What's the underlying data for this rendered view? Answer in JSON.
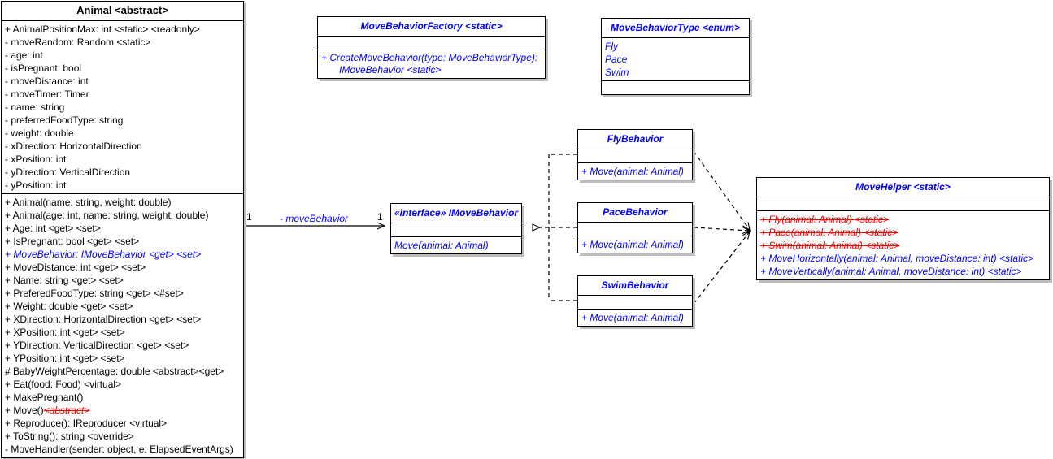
{
  "diagram": {
    "title": "UML Class Diagram",
    "colors": {
      "default_text": "#000000",
      "accent_blue": "#0000ff",
      "deprecated_red": "#ff0000",
      "box_border": "#000000",
      "box_shadow": "#bdbdbd",
      "background": "#ffffff"
    }
  },
  "classes": {
    "animal": {
      "title": "Animal <abstract>",
      "fields": [
        "+ AnimalPositionMax: int <static> <readonly>",
        "- moveRandom: Random <static>",
        "- age: int",
        "- isPregnant: bool",
        "- moveDistance: int",
        "- moveTimer: Timer",
        "- name: string",
        "- preferredFoodType: string",
        "- weight: double",
        "- xDirection: HorizontalDirection",
        "- xPosition: int",
        "- yDirection: VerticalDirection",
        "- yPosition: int"
      ],
      "members": [
        "+ Animal(name: string, weight: double)",
        "+ Animal(age: int, name: string, weight: double)",
        "+ Age: int <get> <set>",
        "+ IsPregnant: bool <get> <set>",
        "+ MoveBehavior: IMoveBehavior <get> <set>",
        "+ MoveDistance: int <get> <set>",
        "+ Name: string <get> <set>",
        "+ PreferedFoodType: string <get> <#set>",
        "+ Weight: double <get> <set>",
        "+ XDirection: HorizontalDirection <get> <set>",
        "+ XPosition: int <get> <set>",
        "+ YDirection: VerticalDirection <get> <set>",
        "+ YPosition: int <get> <set>",
        "# BabyWeightPercentage: double <abstract><get>",
        "+ Eat(food: Food) <virtual>",
        "+ MakePregnant()",
        "+ Reproduce(): IReproducer <virtual>",
        "+ ToString(): string <override>",
        "- MoveHandler(sender: object, e: ElapsedEventArgs)"
      ],
      "move_method": {
        "prefix": "+ Move()",
        "stereotype": "<abstract>"
      }
    },
    "factory": {
      "title": "MoveBehaviorFactory <static>",
      "fields": [],
      "members_wrapped": [
        {
          "line1": "+ CreateMoveBehavior(type: MoveBehaviorType):",
          "line2": "IMoveBehavior <static>"
        }
      ]
    },
    "enum": {
      "title": "MoveBehaviorType <enum>",
      "values": [
        "Fly",
        "Pace",
        "Swim"
      ],
      "members": []
    },
    "interface": {
      "title": "«interface» IMoveBehavior",
      "fields": [],
      "members": [
        "Move(animal: Animal)"
      ]
    },
    "fly": {
      "title": "FlyBehavior",
      "fields": [],
      "members": [
        "+ Move(animal: Animal)"
      ]
    },
    "pace": {
      "title": "PaceBehavior",
      "fields": [],
      "members": [
        "+ Move(animal: Animal)"
      ]
    },
    "swim": {
      "title": "SwimBehavior",
      "fields": [],
      "members": [
        "+ Move(animal: Animal)"
      ]
    },
    "helper": {
      "title": "MoveHelper <static>",
      "fields": [],
      "deprecated_members": [
        "+ Fly(animal: Animal) <static>",
        "+ Pace(animal: Animal) <static>",
        "+ Swim(animal: Animal) <static>"
      ],
      "members": [
        "+ MoveHorizontally(animal: Animal, moveDistance: int) <static>",
        "+ MoveVertically(animal: Animal, moveDistance: int) <static>"
      ]
    }
  },
  "relationships": {
    "animal_to_interface": {
      "label": "- moveBehavior",
      "source_multiplicity": "1",
      "target_multiplicity": "1",
      "kind": "association"
    },
    "realizations": [
      {
        "from": "FlyBehavior",
        "to": "IMoveBehavior",
        "kind": "realization"
      },
      {
        "from": "PaceBehavior",
        "to": "IMoveBehavior",
        "kind": "realization"
      },
      {
        "from": "SwimBehavior",
        "to": "IMoveBehavior",
        "kind": "realization"
      }
    ],
    "dependencies": [
      {
        "from": "FlyBehavior",
        "to": "MoveHelper",
        "kind": "dependency"
      },
      {
        "from": "PaceBehavior",
        "to": "MoveHelper",
        "kind": "dependency"
      },
      {
        "from": "SwimBehavior",
        "to": "MoveHelper",
        "kind": "dependency"
      }
    ]
  }
}
